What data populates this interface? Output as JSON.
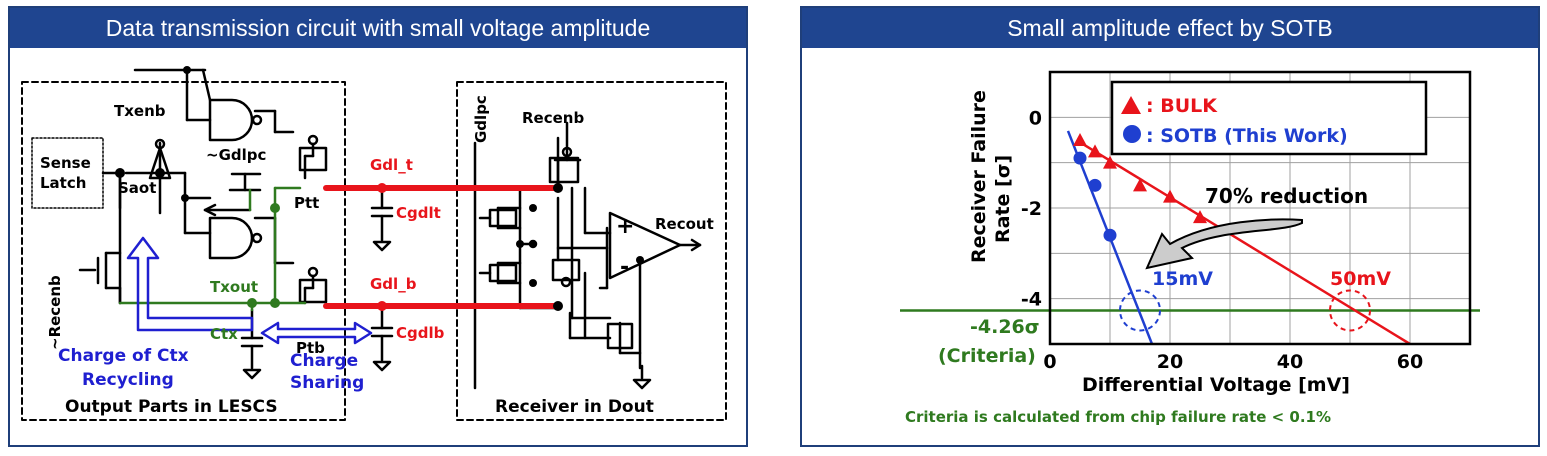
{
  "left_panel": {
    "title": "Data transmission circuit with small voltage amplitude",
    "labels": {
      "txenb": "Txenb",
      "sense": "Sense",
      "latch": "Latch",
      "saot": "Saot",
      "gdlpc_n": "~Gdlpc",
      "ptt": "Ptt",
      "ptb": "Ptb",
      "recenb_n": "~Recenb",
      "txout": "Txout",
      "ctx": "Ctx",
      "gdl_t": "Gdl_t",
      "gdl_b": "Gdl_b",
      "cgdlt": "Cgdlt",
      "cgdlb": "Cgdlb",
      "gdlpc": "Gdlpc",
      "recenb": "Recenb",
      "recout": "Recout",
      "plus": "+",
      "minus": "-",
      "charge_ctx_1": "Charge of Ctx",
      "charge_ctx_2": "Recycling",
      "charge_sharing_1": "Charge",
      "charge_sharing_2": "Sharing",
      "output_parts": "Output Parts in LESCS",
      "receiver_in_dout": "Receiver in Dout"
    },
    "colors": {
      "signal": "#e8141b",
      "txout_net": "#2f7a1f",
      "annotation": "#1f1fd0",
      "wire": "#000000"
    }
  },
  "right_panel": {
    "title": "Small amplitude effect by SOTB",
    "annotations": {
      "reduction": "70% reduction",
      "sotb_point": "15mV",
      "bulk_point": "50mV",
      "criteria_value": "-4.26σ",
      "criteria_label": "(Criteria)",
      "footnote": "Criteria is calculated from chip failure rate < 0.1%"
    },
    "colors": {
      "bulk": "#e8141b",
      "sotb": "#1f3fd0",
      "criteria": "#2f7a1f"
    }
  },
  "chart_data": {
    "type": "scatter",
    "xlabel": "Differential Voltage [mV]",
    "ylabel_line1": "Receiver Failure",
    "ylabel_line2": "Rate [σ]",
    "xlim": [
      0,
      70
    ],
    "ylim": [
      -5,
      1
    ],
    "x_ticks": [
      0,
      20,
      40,
      60
    ],
    "y_ticks": [
      0,
      -2,
      -4
    ],
    "grid": true,
    "legend_position": "top",
    "series": [
      {
        "name": ": BULK",
        "marker": "triangle",
        "color": "#e8141b",
        "x": [
          5,
          7.5,
          10,
          15,
          20,
          25
        ],
        "y": [
          -0.5,
          -0.75,
          -1.0,
          -1.5,
          -1.75,
          -2.2
        ],
        "fit": [
          [
            5,
            -0.55
          ],
          [
            60,
            -5.0
          ]
        ]
      },
      {
        "name": ": SOTB (This Work)",
        "marker": "circle",
        "color": "#1f3fd0",
        "x": [
          5,
          7.5,
          10
        ],
        "y": [
          -0.9,
          -1.5,
          -2.6
        ],
        "fit": [
          [
            3,
            -0.3
          ],
          [
            17,
            -5.0
          ]
        ]
      }
    ],
    "criteria_line": -4.26
  }
}
